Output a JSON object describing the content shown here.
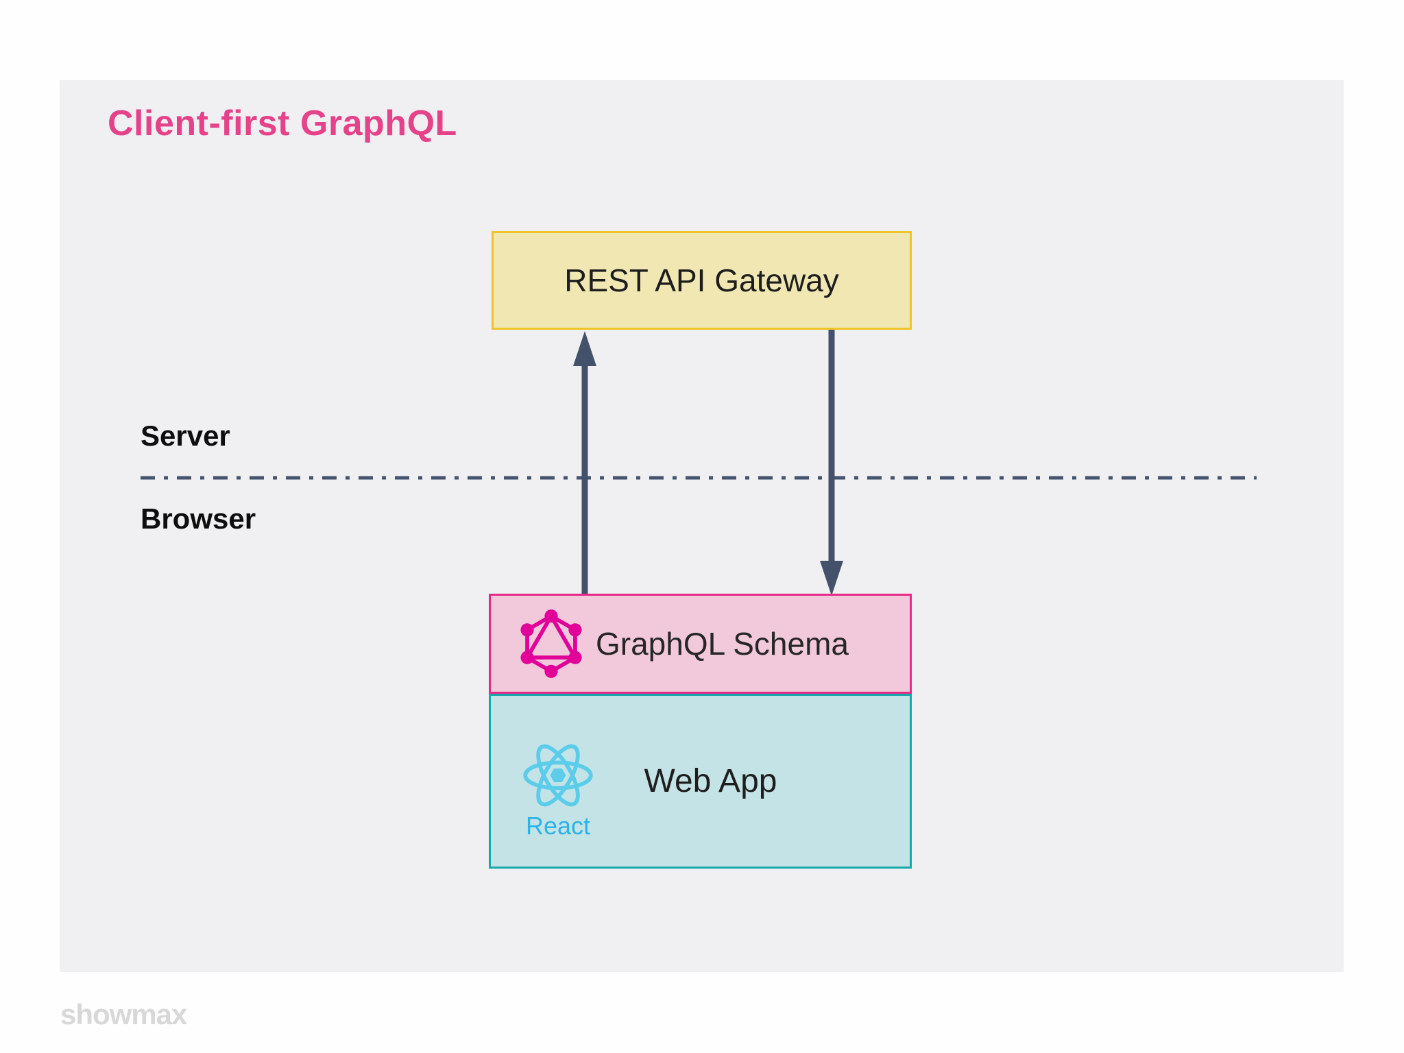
{
  "title": "Client-first GraphQL",
  "layers": {
    "server_label": "Server",
    "browser_label": "Browser"
  },
  "nodes": {
    "gateway": {
      "label": "REST API Gateway"
    },
    "schema": {
      "label": "GraphQL Schema",
      "icon": "graphql-icon"
    },
    "webapp": {
      "label": "Web App",
      "icon": "react-icon",
      "icon_caption": "React"
    }
  },
  "arrows": [
    {
      "name": "schema-to-gateway",
      "direction": "up"
    },
    {
      "name": "gateway-to-schema",
      "direction": "down"
    }
  ],
  "watermark": "showmax",
  "colors": {
    "title_pink": "#e5428a",
    "panel_bg": "#f0eff1",
    "gateway_fill": "#f0e7b3",
    "gateway_border": "#eec528",
    "schema_fill": "#f2c9da",
    "schema_border": "#e62a8a",
    "webapp_fill": "#c4e3e6",
    "webapp_border": "#16a8ab",
    "arrow_slate": "#44516a",
    "divider_slate": "#44546e",
    "graphql_logo_magenta": "#e10098",
    "react_logo_blue": "#5bcdeb",
    "react_caption_blue": "#2cb3e8",
    "label_dark": "#1d1d1d",
    "watermark_gray": "#d8d8d8"
  }
}
